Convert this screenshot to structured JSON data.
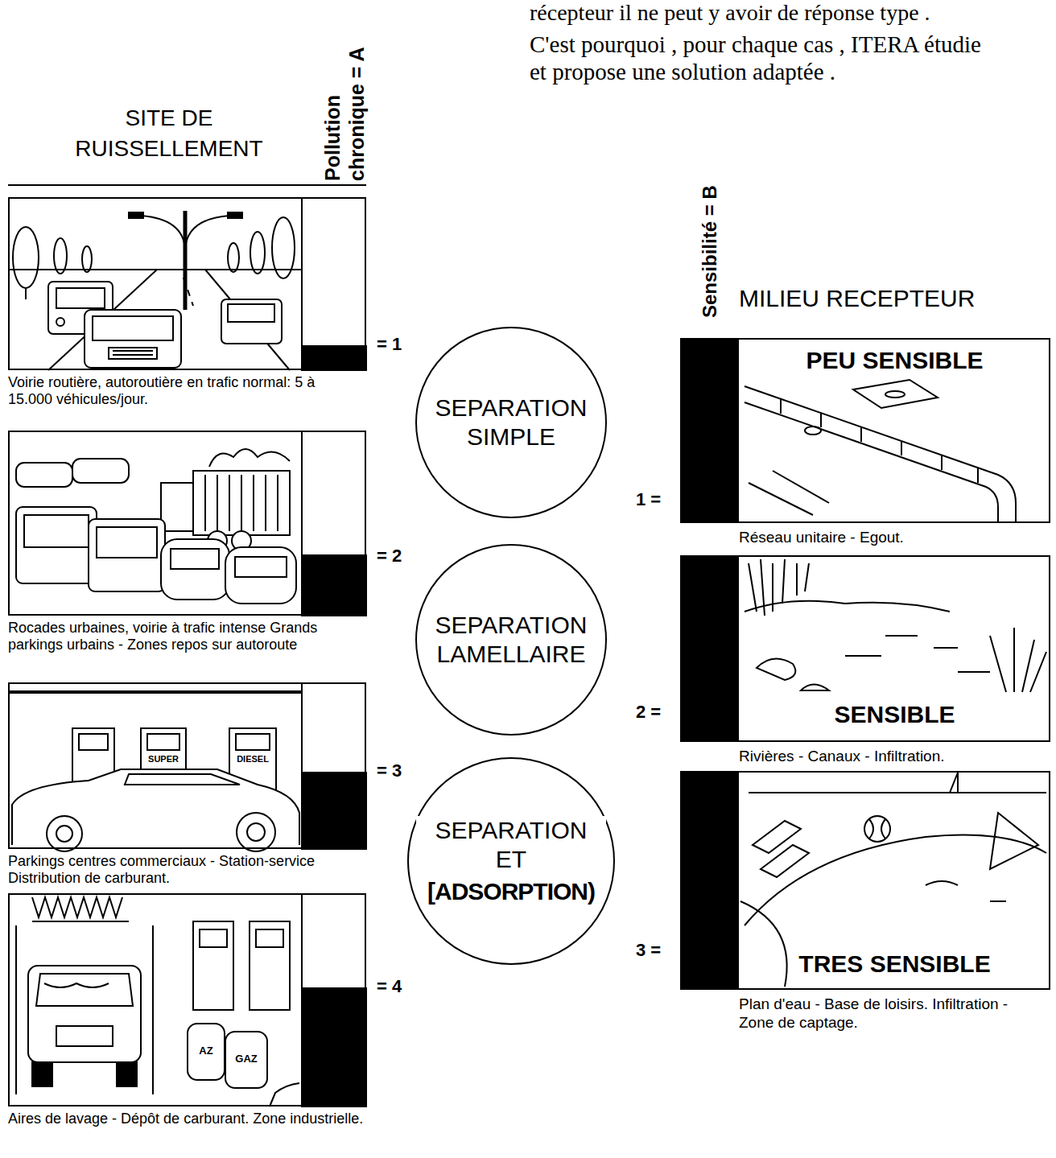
{
  "diagram": {
    "nodes": [
      {
        "text": [
          "Voirie routière, autoroutière en trafic normal: 5 à 15.000 véhicules/jour."
        ]
      },
      {
        "text": [
          "Rocades urbaines, voirie à trafic intense Grands parkings urbains - Zones repos sur autoroute"
        ]
      },
      {
        "text": [
          "Parkings centres commerciaux - Station-service Distribution de carburant."
        ]
      },
      {
        "text": [
          "Aires de lavage - Dépôt de carburant. Zone industrielle."
        ]
      },
      {
        "text": [
          "SEPARATION SIMPLE"
        ]
      },
      {
        "text": [
          "SEPARATION LAMELLAIRE"
        ]
      },
      {
        "text": [
          "SEPARATION ET",
          "[ADSORPTION)"
        ]
      },
      {
        "text": [
          "PEU SENSIBLE",
          "Réseau unitaire - Egout."
        ]
      },
      {
        "text": [
          "SENSIBLE",
          "Rivières - Canaux - Infiltration."
        ]
      },
      {
        "text": [
          "TRES SENSIBLE",
          "Plan d'eau - Base de loisirs. Infiltration - Zone de captage."
        ]
      }
    ],
    "labels": [
      "récepteur il ne peut y avoir de réponse type .",
      "C'est pourquoi , pour chaque cas , ITERA étudie et propose une solution adaptée .",
      "SITE DE RUISSELLEMENT",
      "Pollution chronique = A",
      "= 1",
      "= 2",
      "= 3",
      "= 4",
      "Sensibilité = B",
      "MILIEU RECEPTEUR",
      "1 =",
      "2 =",
      "3 =",
      "SUPER",
      "DIESEL",
      "AZ",
      "GAZ"
    ]
  }
}
